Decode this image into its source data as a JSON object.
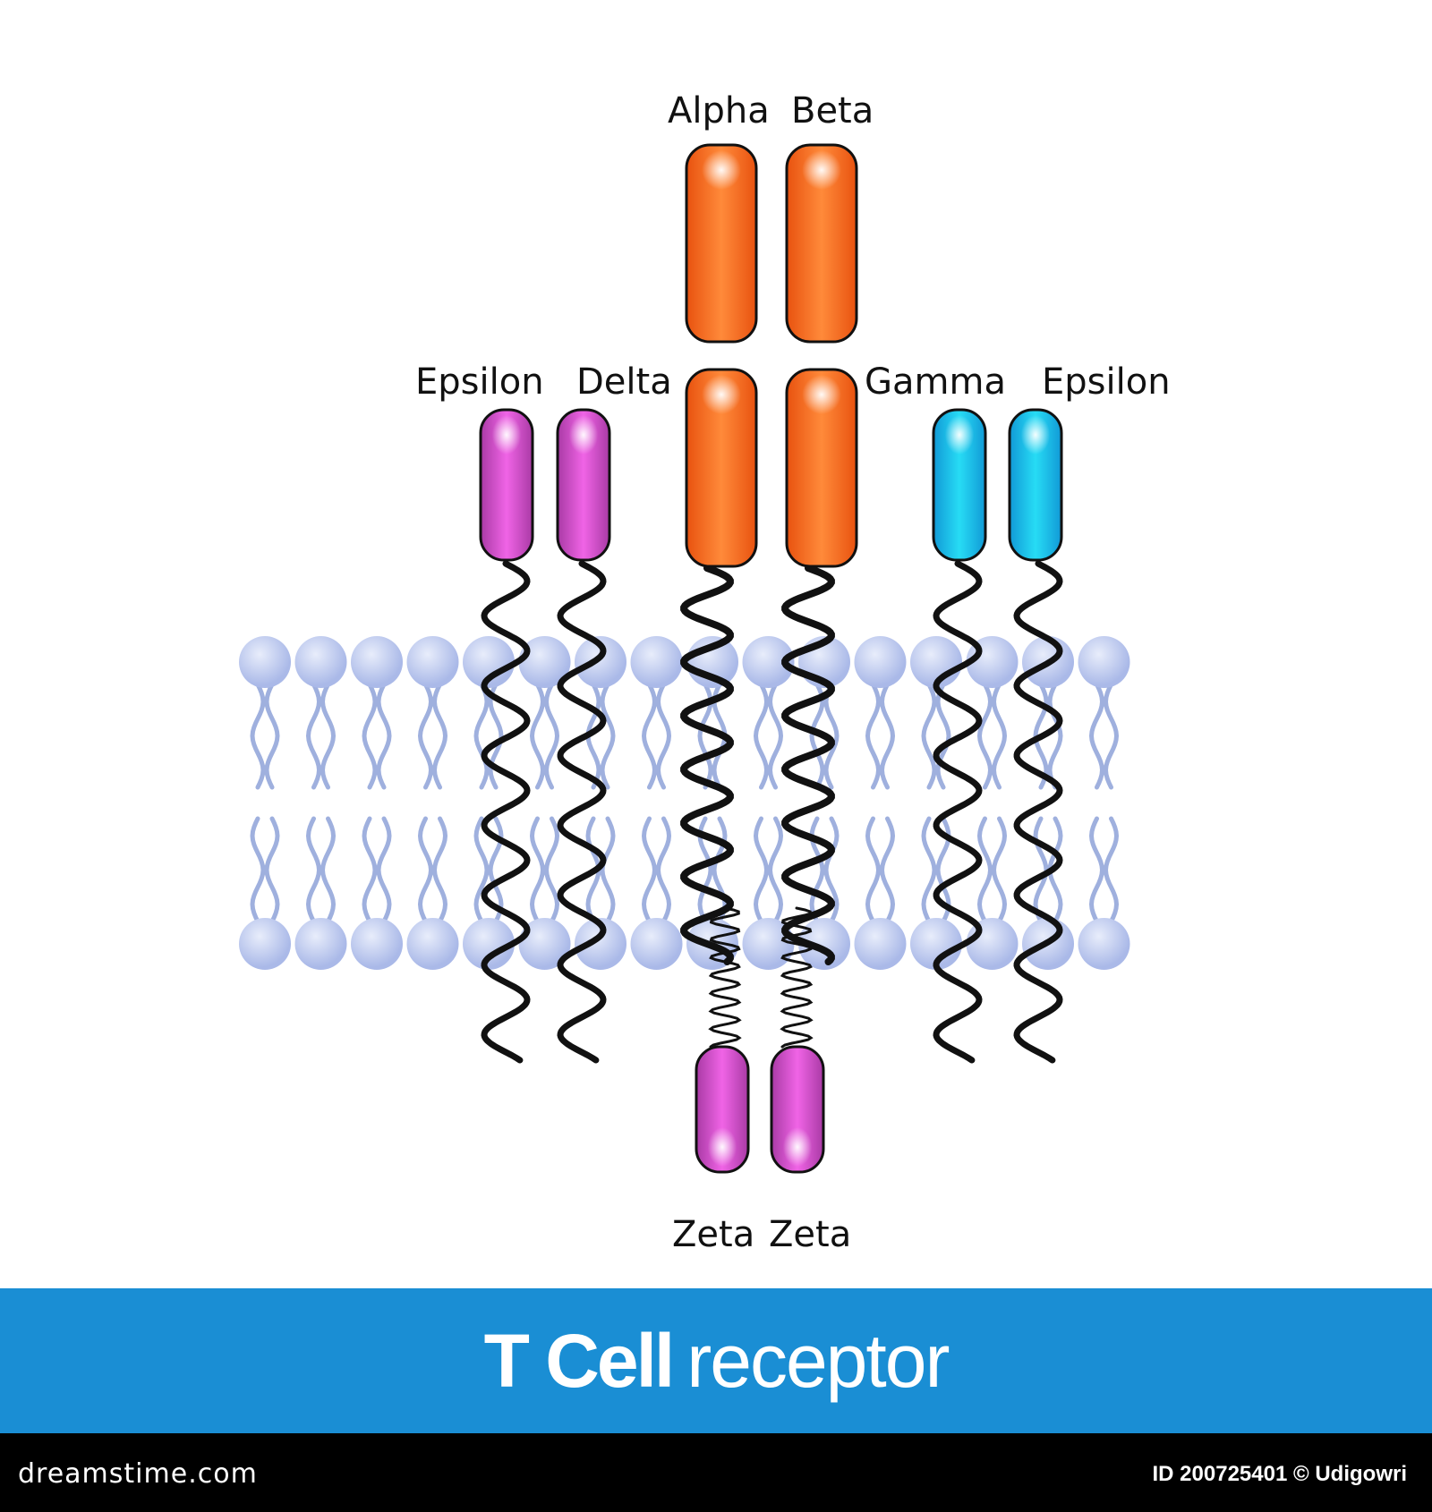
{
  "diagram": {
    "labels": {
      "alpha": "Alpha",
      "beta": "Beta",
      "epsilon_left": "Epsilon",
      "delta": "Delta",
      "gamma": "Gamma",
      "epsilon_right": "Epsilon",
      "zeta_left": "Zeta",
      "zeta_right": "Zeta"
    },
    "colors": {
      "alpha_beta": "#f26a1b",
      "epsilon_delta": "#c24bbf",
      "gamma_epsilon": "#1cb8e6",
      "zeta": "#c24bbf",
      "membrane_heads": "#b3c1ec",
      "membrane_tails": "#9fb0de",
      "chain": "#111111"
    }
  },
  "banner": {
    "title_bold": "T Cell",
    "title_light": "receptor",
    "color": "#1a8ed4"
  },
  "footer": {
    "site": "dreamstime.com",
    "id_text": "ID 200725401 © Udigowri"
  }
}
